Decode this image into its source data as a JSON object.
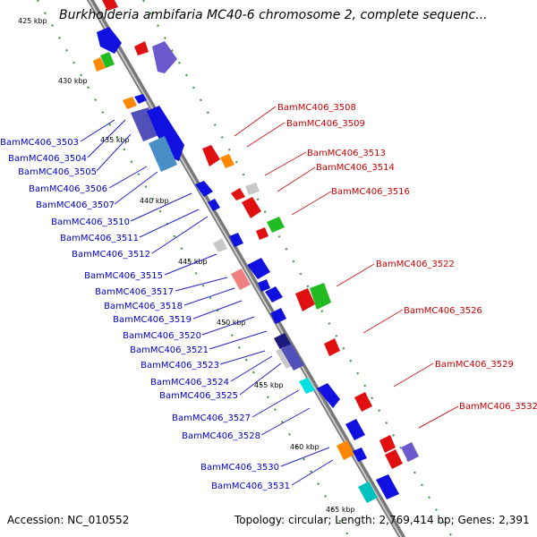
{
  "header": {
    "title": "Burkholderia ambifaria MC40-6 chromosome 2, complete sequenc..."
  },
  "footer": {
    "accession": "Accession: NC_010552",
    "summary": "Topology: circular; Length: 2,769,414 bp; Genes: 2,391"
  },
  "colors": {
    "backbone": "#8c8c8c",
    "label_blue": "#0000cc",
    "label_red": "#cc0000",
    "tick_green": "#1a8a1a"
  },
  "kbp_ticks": [
    {
      "label": "425 kbp",
      "kb": 425
    },
    {
      "label": "430 kbp",
      "kb": 430
    },
    {
      "label": "435 kbp",
      "kb": 435
    },
    {
      "label": "440 kbp",
      "kb": 440
    },
    {
      "label": "445 kbp",
      "kb": 445
    },
    {
      "label": "450 kbp",
      "kb": 450
    },
    {
      "label": "455 kbp",
      "kb": 455
    },
    {
      "label": "460 kbp",
      "kb": 460
    },
    {
      "label": "465 kbp",
      "kb": 465
    }
  ],
  "left_labels": [
    "BamMC406_3503",
    "BamMC406_3504",
    "BamMC406_3505",
    "BamMC406_3506",
    "BamMC406_3507",
    "BamMC406_3510",
    "BamMC406_3511",
    "BamMC406_3512",
    "BamMC406_3515",
    "BamMC406_3517",
    "BamMC406_3518",
    "BamMC406_3519",
    "BamMC406_3520",
    "BamMC406_3521",
    "BamMC406_3523",
    "BamMC406_3524",
    "BamMC406_3525",
    "BamMC406_3527",
    "BamMC406_3528",
    "BamMC406_3530",
    "BamMC406_3531"
  ],
  "right_labels": [
    "BamMC406_3508",
    "BamMC406_3509",
    "BamMC406_3513",
    "BamMC406_3514",
    "BamMC406_3516",
    "BamMC406_3522",
    "BamMC406_3526",
    "BamMC406_3529",
    "BamMC406_3532"
  ]
}
